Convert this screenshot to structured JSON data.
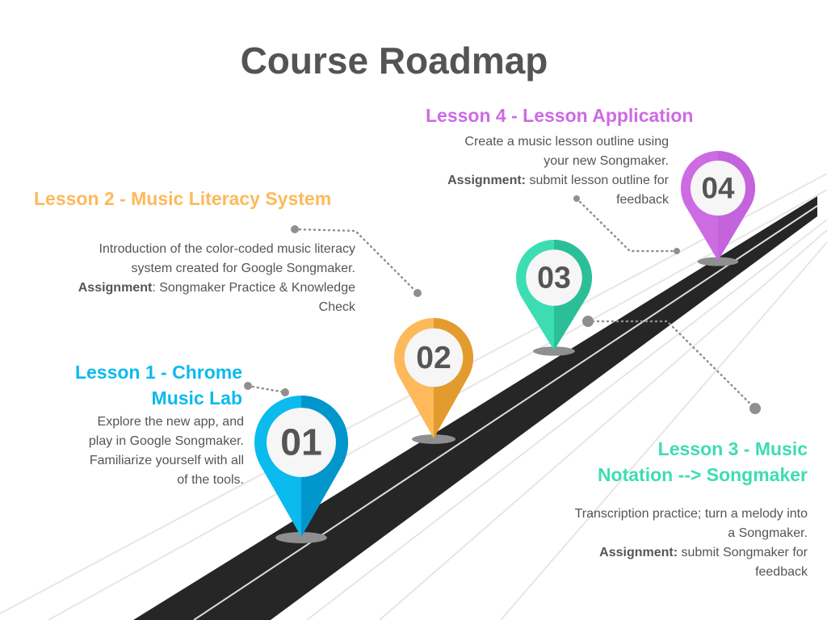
{
  "title": "Course Roadmap",
  "lessons": [
    {
      "number": "01",
      "title_lines": [
        "Lesson 1 - Chrome",
        "Music Lab"
      ],
      "body_lines": [
        "Explore the new app, and",
        "play in Google Songmaker.",
        "Familiarize yourself with all",
        "of the tools."
      ],
      "color": "#0bbbee",
      "shade": "#0096cc"
    },
    {
      "number": "02",
      "title_lines": [
        "Lesson 2 - Music Literacy System"
      ],
      "body_lines": [
        "Introduction of the color-coded music literacy",
        "system created for Google Songmaker."
      ],
      "assignment_label": "Assignment",
      "assignment_text": ": Songmaker Practice & Knowledge",
      "assignment_cont": "Check",
      "color": "#fdb95a",
      "shade": "#e39b2f"
    },
    {
      "number": "03",
      "title_lines": [
        "Lesson 3 -  Music",
        "Notation --> Songmaker"
      ],
      "body_lines": [
        "Transcription practice; turn a melody into",
        "a Songmaker."
      ],
      "assignment_label": "Assignment:",
      "assignment_text": " submit Songmaker for",
      "assignment_cont": "feedback",
      "color": "#3dddb3",
      "shade": "#2bbf98"
    },
    {
      "number": "04",
      "title_lines": [
        "Lesson 4 -  Lesson Application"
      ],
      "body_lines": [
        "Create a music lesson outline using",
        "your new Songmaker."
      ],
      "assignment_label": "Assignment:",
      "assignment_text": " submit lesson outline for",
      "assignment_cont": "feedback",
      "color": "#cd6be3",
      "shade": "#c464dc"
    }
  ]
}
